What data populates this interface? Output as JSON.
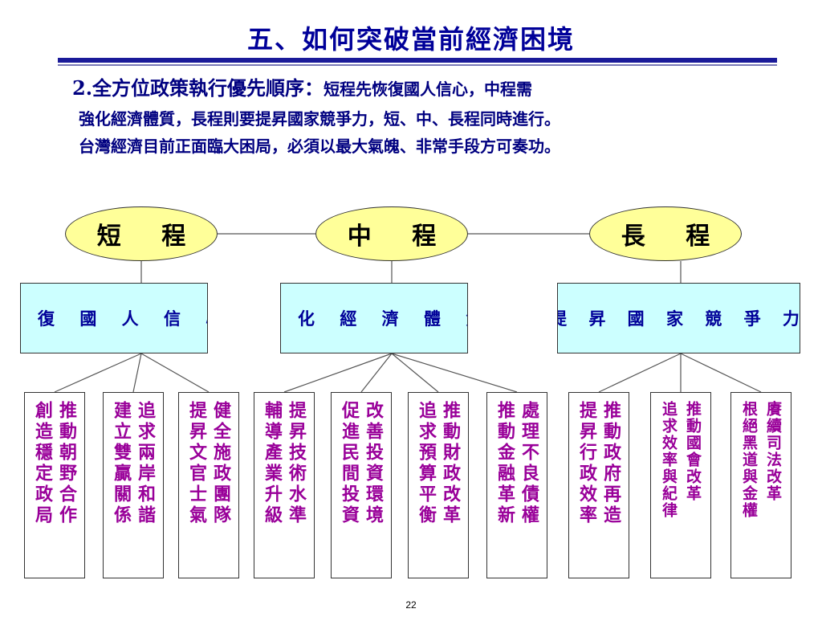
{
  "title": "五、如何突破當前經濟困境",
  "intro": {
    "line1_main": "2.全方位政策執行優先順序：",
    "line1_rest": "短程先恢復國人信心，中程需",
    "line2": "強化經濟體質，長程則要提昇國家競爭力，短、中、長程同時進行。",
    "line3": "台灣經濟目前正面臨大困局，必須以最大氣魄、非常手段方可奏功。"
  },
  "terms": [
    {
      "label": "短 程",
      "goal": "恢 復 國 人 信 心"
    },
    {
      "label": "中 程",
      "goal": "強 化 經 濟 體 質"
    },
    {
      "label": "長 程",
      "goal": "提 昇 國 家 競 爭 力"
    }
  ],
  "actions": [
    {
      "a": "推動朝野合作",
      "b": "創造穩定政局"
    },
    {
      "a": "追求兩岸和諧",
      "b": "建立雙贏關係"
    },
    {
      "a": "健全施政團隊",
      "b": "提昇文官士氣"
    },
    {
      "a": "提昇技術水準",
      "b": "輔導產業升級"
    },
    {
      "a": "改善投資環境",
      "b": "促進民間投資"
    },
    {
      "a": "推動財政改革",
      "b": "追求預算平衡"
    },
    {
      "a": "處理不良債權",
      "b": "推動金融革新"
    },
    {
      "a": "推動政府再造",
      "b": "提昇行政效率"
    },
    {
      "a": "推動國會改革",
      "b": "追求效率與紀律"
    },
    {
      "a": "賡續司法改革",
      "b": "根絕黑道與金權"
    }
  ],
  "page_number": "22",
  "colors": {
    "title": "#000099",
    "oval_fill": "#ffff99",
    "goal_fill": "#ccffff",
    "action_text": "#990099"
  }
}
